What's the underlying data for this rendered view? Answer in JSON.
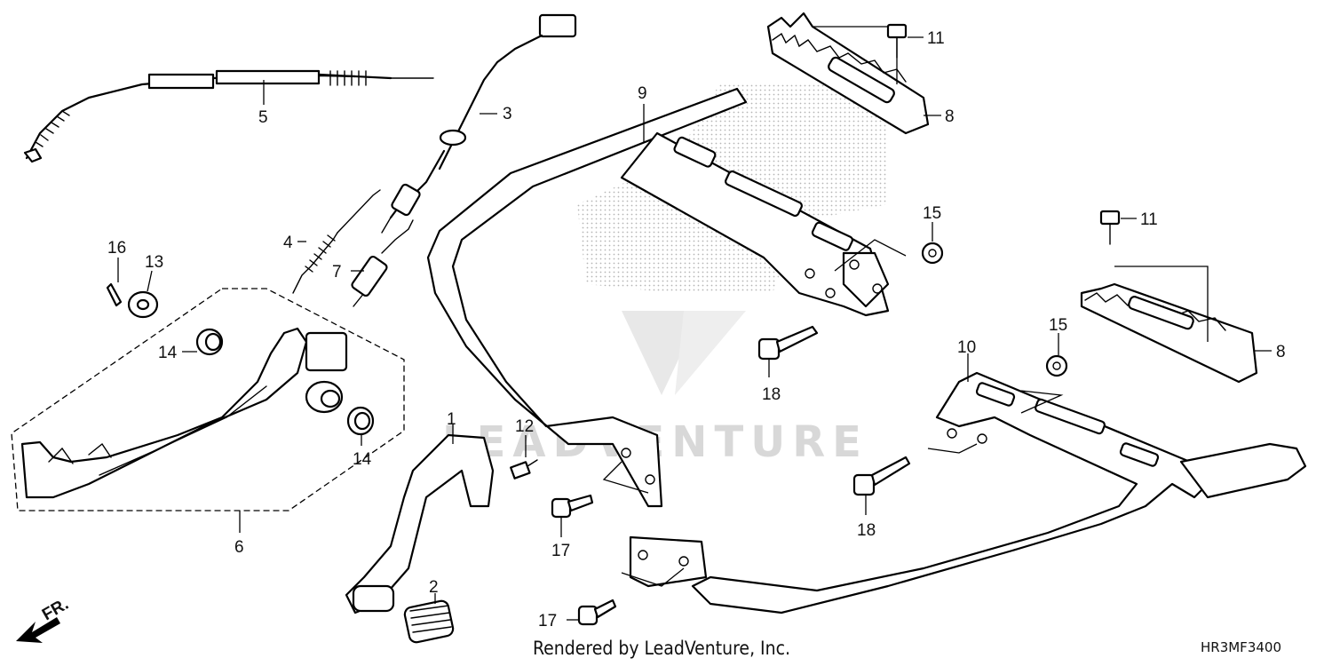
{
  "diagram": {
    "code": "HR3MF3400",
    "credit": "Rendered by LeadVenture, Inc.",
    "watermark": "LEADVENTURE",
    "front_marker": "FR.",
    "callouts": {
      "c1": "1",
      "c2": "2",
      "c3": "3",
      "c4": "4",
      "c5": "5",
      "c6": "6",
      "c7": "7",
      "c8a": "8",
      "c8b": "8",
      "c9": "9",
      "c10": "10",
      "c11a": "11",
      "c11b": "11",
      "c12": "12",
      "c13": "13",
      "c14a": "14",
      "c14b": "14",
      "c15a": "15",
      "c15b": "15",
      "c16": "16",
      "c17a": "17",
      "c17b": "17",
      "c18a": "18",
      "c18b": "18"
    },
    "colors": {
      "line": "#000000",
      "background": "#ffffff",
      "watermark": "#d8d8d8"
    }
  }
}
